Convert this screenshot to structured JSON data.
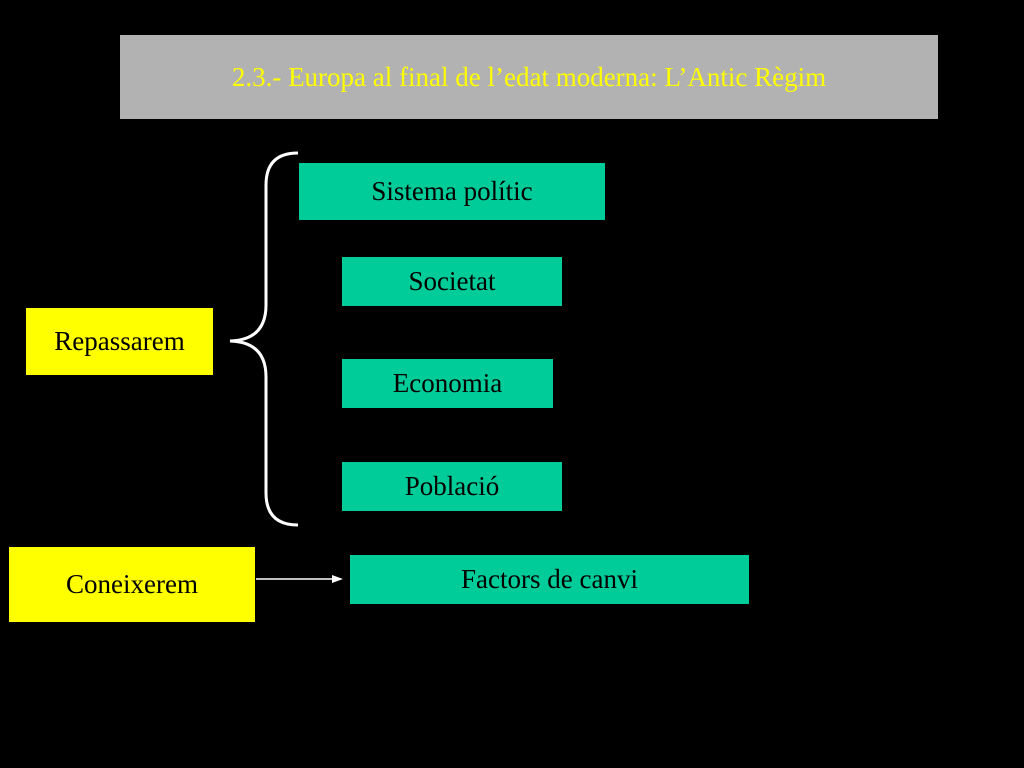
{
  "title": "2.3.- Europa al final de l’edat moderna: L’Antic Règim",
  "repassarem": {
    "label": "Repassarem",
    "items": [
      "Sistema polític",
      "Societat",
      "Economia",
      "Població"
    ]
  },
  "coneixerem": {
    "label": "Coneixerem",
    "target": "Factors de canvi"
  },
  "colors": {
    "background": "#000000",
    "title_bar": "#b2b2b2",
    "title_text": "#ffff00",
    "topic_box": "#00cc99",
    "heading_box": "#ffff00",
    "connector": "#ffffff"
  }
}
